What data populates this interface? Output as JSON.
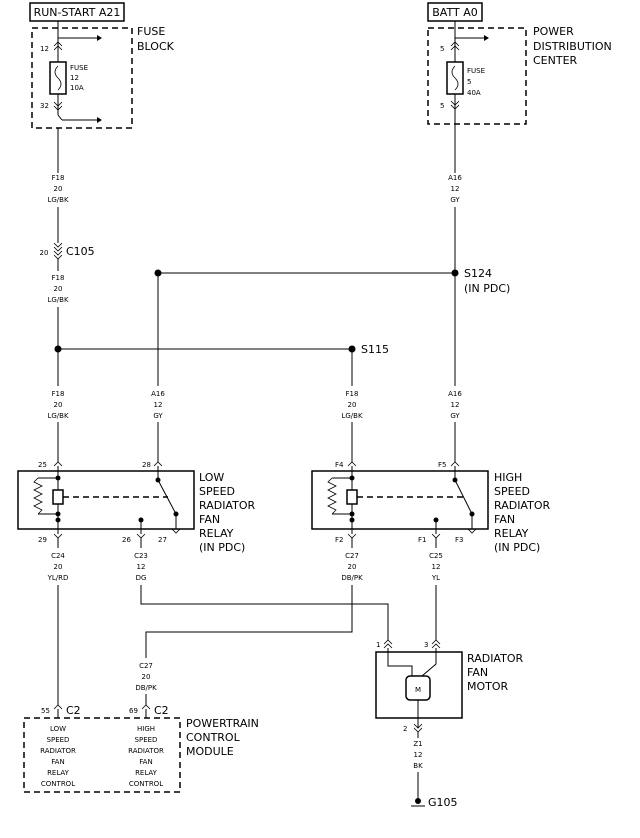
{
  "headers": {
    "run_start": "RUN-START A21",
    "batt": "BATT A0"
  },
  "fuse_block": {
    "label": [
      "FUSE",
      "BLOCK"
    ],
    "pin_in": "12",
    "pin_out": "32",
    "fuse": [
      "FUSE",
      "12",
      "10A"
    ]
  },
  "pdc": {
    "label": [
      "POWER",
      "DISTRIBUTION",
      "CENTER"
    ],
    "pin_in": "5",
    "pin_out": "5",
    "fuse": [
      "FUSE",
      "5",
      "40A"
    ]
  },
  "wires": {
    "f18_top": [
      "F18",
      "20",
      "LG/BK"
    ],
    "f18_mid": [
      "F18",
      "20",
      "LG/BK"
    ],
    "f18_low": [
      "F18",
      "20",
      "LG/BK"
    ],
    "f18_s115": [
      "F18",
      "20",
      "LG/BK"
    ],
    "a16_top": [
      "A16",
      "12",
      "GY"
    ],
    "a16_low": [
      "A16",
      "12",
      "GY"
    ],
    "a16_right": [
      "A16",
      "12",
      "GY"
    ],
    "c24": [
      "C24",
      "20",
      "YL/RD"
    ],
    "c23": [
      "C23",
      "12",
      "DG"
    ],
    "c27_a": [
      "C27",
      "20",
      "DB/PK"
    ],
    "c25": [
      "C25",
      "12",
      "YL"
    ],
    "c27_b": [
      "C27",
      "20",
      "DB/PK"
    ],
    "z1": [
      "Z1",
      "12",
      "BK"
    ]
  },
  "connectors": {
    "c105_pin": "20",
    "c105": "C105"
  },
  "splices": {
    "s124": [
      "S124",
      "(IN PDC)"
    ],
    "s115": "S115"
  },
  "low_relay": {
    "label": [
      "LOW",
      "SPEED",
      "RADIATOR",
      "FAN",
      "RELAY",
      "(IN PDC)"
    ],
    "pins": {
      "p25": "25",
      "p28": "28",
      "p29": "29",
      "p26": "26",
      "p27": "27"
    }
  },
  "high_relay": {
    "label": [
      "HIGH",
      "SPEED",
      "RADIATOR",
      "FAN",
      "RELAY",
      "(IN PDC)"
    ],
    "pins": {
      "f4": "F4",
      "f5": "F5",
      "f2": "F2",
      "f1": "F1",
      "f3": "F3"
    }
  },
  "motor": {
    "label": [
      "RADIATOR",
      "FAN",
      "MOTOR"
    ],
    "pin1": "1",
    "pin3": "3",
    "pin2": "2",
    "symbol": "M"
  },
  "pcm": {
    "label": [
      "POWERTRAIN",
      "CONTROL",
      "MODULE"
    ],
    "pin55": "55",
    "c2_left": "C2",
    "pin69": "69",
    "c2_right": "C2",
    "low_text": [
      "LOW",
      "SPEED",
      "RADIATOR",
      "FAN",
      "RELAY",
      "CONTROL"
    ],
    "high_text": [
      "HIGH",
      "SPEED",
      "RADIATOR",
      "FAN",
      "RELAY",
      "CONTROL"
    ]
  },
  "ground": "G105"
}
